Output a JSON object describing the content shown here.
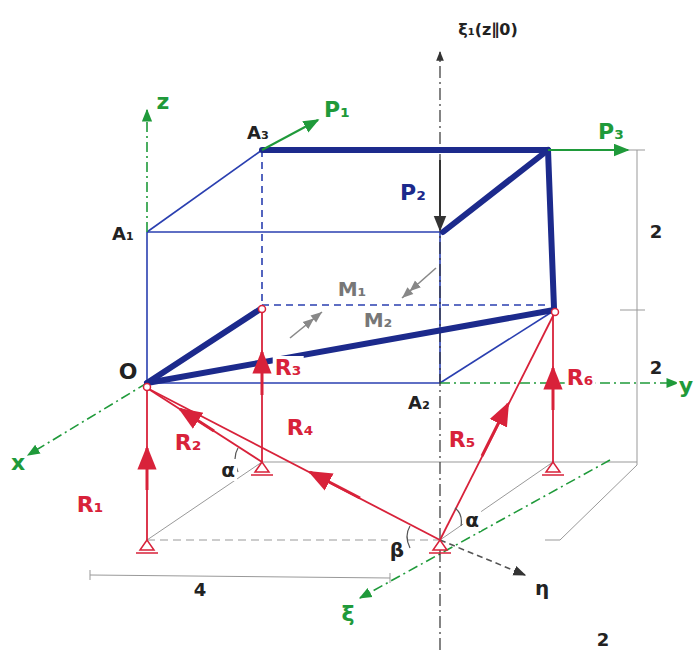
{
  "diagram": {
    "labels": [
      "z",
      "x",
      "y",
      "ξ",
      "η",
      "ξ₁(z∥0)",
      "O",
      "A₁",
      "A₃",
      "A₂",
      "P₁",
      "P₃",
      "P₂",
      "M₁",
      "M₂",
      "R₁",
      "R₂",
      "R₃",
      "R₄",
      "R₅",
      "R₆",
      "α",
      "β",
      "α",
      "2",
      "2",
      "2",
      "4"
    ]
  }
}
